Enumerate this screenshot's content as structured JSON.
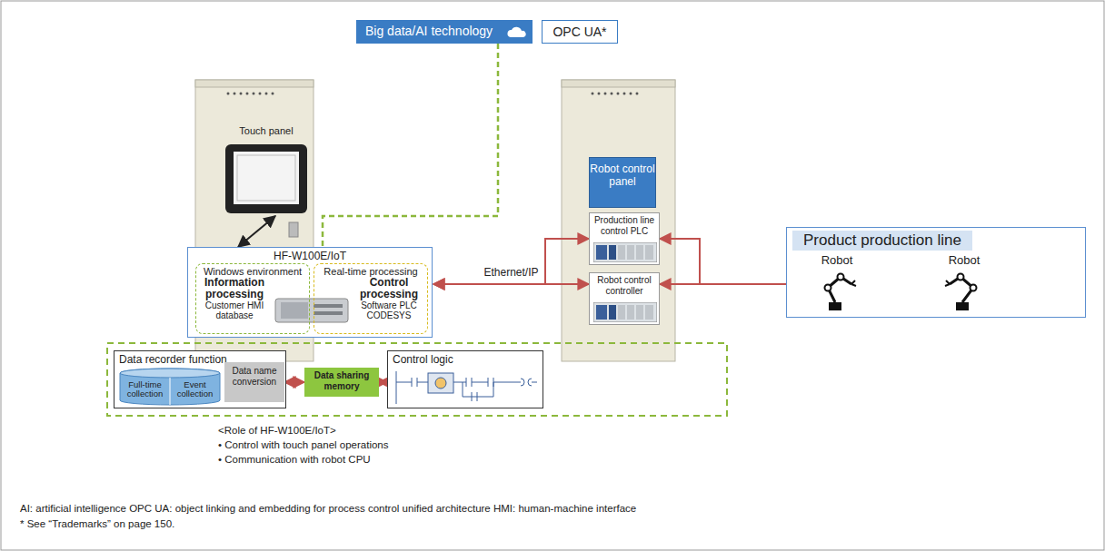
{
  "diagram": {
    "nodes": [
      {
        "text": [
          "Big data/AI technology"
        ]
      },
      {
        "text": [
          "OPC UA*"
        ]
      },
      {
        "text": [
          "Touch panel"
        ]
      },
      {
        "text": [
          "HF-W100E/IoT"
        ]
      },
      {
        "text": [
          "Windows environment",
          "Information processing",
          "Customer HMI database"
        ],
        "in": 3
      },
      {
        "text": [
          "Real-time processing",
          "Control processing",
          "Software PLC CODESYS"
        ],
        "in": 3
      },
      {
        "text": [
          "Robot control panel"
        ]
      },
      {
        "text": [
          "Production line control PLC"
        ]
      },
      {
        "text": [
          "Robot control controller"
        ]
      },
      {
        "text": [
          "Product production line"
        ]
      },
      {
        "text": [
          "Robot"
        ],
        "in": 9
      },
      {
        "text": [
          "Robot"
        ],
        "in": 9
      },
      {
        "text": [
          "Data recorder function"
        ]
      },
      {
        "text": [
          "Full-time collection",
          "Event collection"
        ],
        "in": 12
      },
      {
        "text": [
          "Data name conversion"
        ],
        "in": 12
      },
      {
        "text": [
          "Data sharing memory"
        ]
      },
      {
        "text": [
          "Control logic"
        ]
      }
    ],
    "edges": [
      {
        "from": 2,
        "to": 3,
        "arrow": "both"
      },
      {
        "from": 0,
        "to": 3,
        "arrow": "none"
      },
      {
        "from": 5,
        "to": 8,
        "label": "Ethernet/IP",
        "arrow": "both"
      },
      {
        "from": 5,
        "to": 7,
        "arrow": "both"
      },
      {
        "from": 10,
        "to": 7,
        "arrow": "both"
      },
      {
        "from": 10,
        "to": 8,
        "arrow": "both"
      },
      {
        "from": 10,
        "to": 11,
        "arrow": "both"
      },
      {
        "from": 14,
        "to": 15,
        "arrow": "both"
      },
      {
        "from": 15,
        "to": 16,
        "arrow": "both"
      }
    ],
    "labels": [
      "<Role of HF-W100E/IoT>",
      "• Control with touch panel operations",
      "• Communication with robot CPU",
      "AI: artificial intelligence   OPC UA: object linking and embedding for process control unified architecture   HMI: human-machine interface",
      "* See “Trademarks” on page 150."
    ]
  }
}
